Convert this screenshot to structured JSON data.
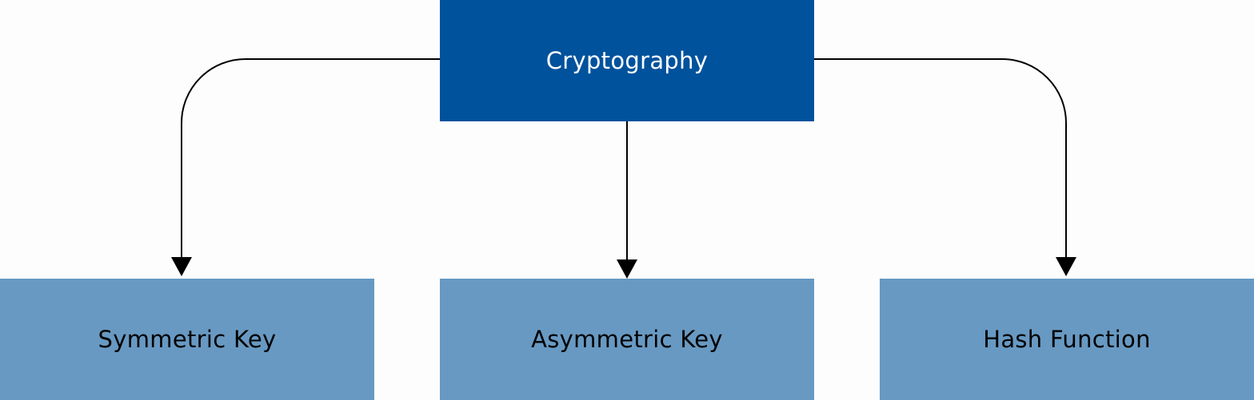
{
  "diagram": {
    "root": {
      "label": "Cryptography",
      "fill": "#00529c",
      "text_color": "#ffffff"
    },
    "children": [
      {
        "label": "Symmetric Key",
        "fill": "#6899c2",
        "text_color": "#000000"
      },
      {
        "label": "Asymmetric Key",
        "fill": "#6899c2",
        "text_color": "#000000"
      },
      {
        "label": "Hash Function",
        "fill": "#6899c2",
        "text_color": "#000000"
      }
    ],
    "connector_color": "#000000"
  }
}
